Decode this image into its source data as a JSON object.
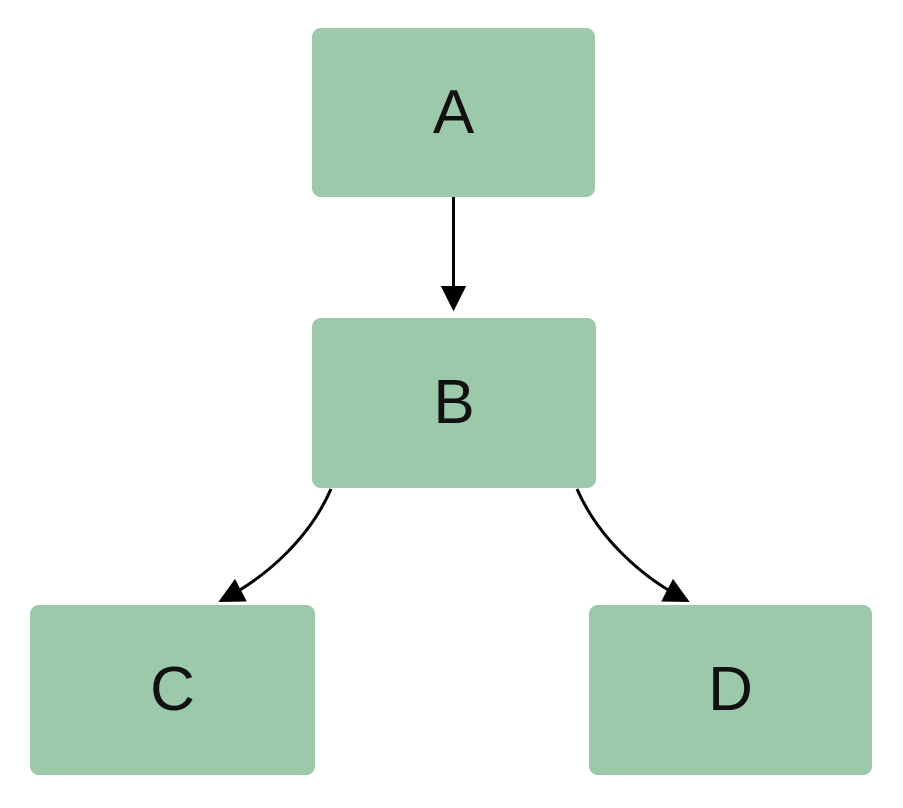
{
  "diagram": {
    "type": "flowchart",
    "direction": "top-down",
    "background_color": "#ffffff",
    "node_fill_color": "#9cc9aa",
    "node_text_color": "#111111",
    "edge_color": "#000000",
    "nodes": [
      {
        "id": "A",
        "label": "A"
      },
      {
        "id": "B",
        "label": "B"
      },
      {
        "id": "C",
        "label": "C"
      },
      {
        "id": "D",
        "label": "D"
      }
    ],
    "edges": [
      {
        "from": "A",
        "to": "B",
        "style": "straight"
      },
      {
        "from": "B",
        "to": "C",
        "style": "curved"
      },
      {
        "from": "B",
        "to": "D",
        "style": "curved"
      }
    ]
  }
}
